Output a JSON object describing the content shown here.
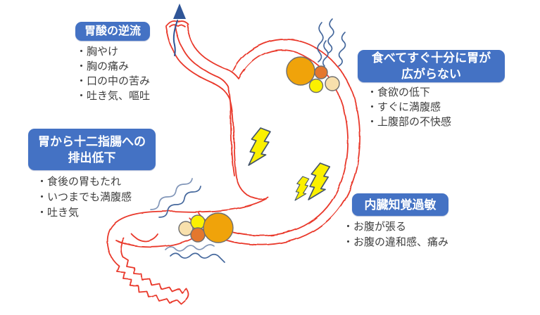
{
  "colors": {
    "background": "#ffffff",
    "box_fill": "#4472C4",
    "box_text": "#FFFFFF",
    "bullet_text": "#3F3F3F",
    "outline_red": "#E9392C",
    "squiggle_blue": "#44679C",
    "squiggle_blue_light": "#8095B8",
    "arrow_blue": "#2F5597",
    "bolt_fill": "#FBF000",
    "bolt_stroke": "#44546A",
    "circle_orange": "#F0A30A",
    "circle_dark_orange": "#E4772D",
    "circle_yellow": "#FBF000",
    "circle_cream": "#F8E0AC",
    "circle_stroke": "#6E6E6E"
  },
  "bullet_prefix": "・",
  "labels": [
    {
      "key": "acid-reflux",
      "title_lines": [
        "胃酸の逆流"
      ],
      "bullets": [
        "胸やけ",
        "胸の痛み",
        "口の中の苦み",
        "吐き気、嘔吐"
      ]
    },
    {
      "key": "poor-gastric-expansion",
      "title_lines": [
        "食べてすぐ十分に胃が",
        "広がらない"
      ],
      "bullets": [
        "食欲の低下",
        "すぐに満腹感",
        "上腹部の不快感"
      ]
    },
    {
      "key": "delayed-gastric-emptying",
      "title_lines": [
        "胃から十二指腸への",
        "排出低下"
      ],
      "bullets": [
        "食後の胃もたれ",
        "いつまでも満腹感",
        "吐き気"
      ]
    },
    {
      "key": "visceral-hypersensitivity",
      "title_lines": [
        "内臓知覚過敏"
      ],
      "bullets": [
        "お腹が張る",
        "お腹の違和感、痛み"
      ]
    }
  ]
}
